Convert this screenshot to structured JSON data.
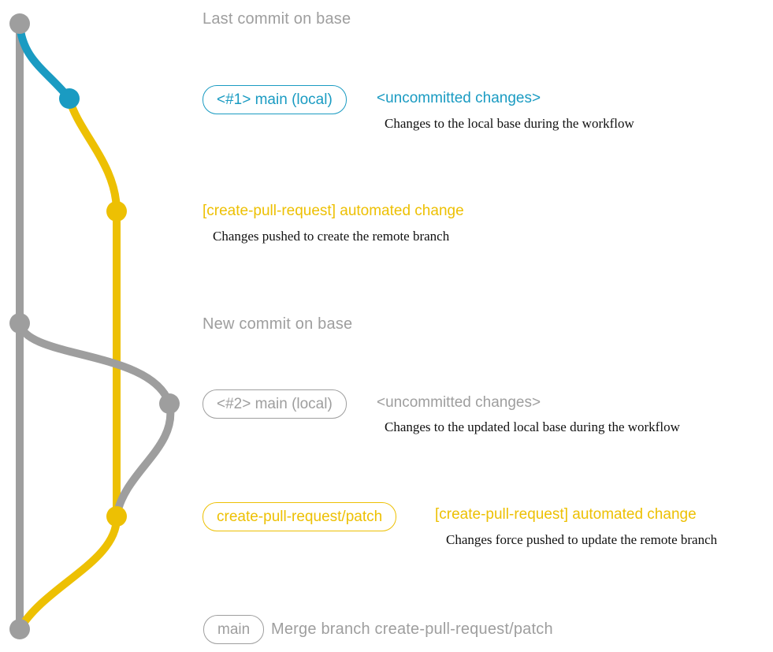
{
  "colors": {
    "gray": "#9e9e9e",
    "blue": "#1a9bc2",
    "yellow": "#edc003",
    "dark": "#111111"
  },
  "sections": {
    "last_commit_on_base": "Last commit on base",
    "branch1": {
      "box_label": "<#1> main (local)",
      "status": "<uncommitted changes>",
      "description": "Changes to the local base during the workflow"
    },
    "remote1": {
      "title": "[create-pull-request] automated change",
      "description": "Changes pushed to create the remote branch"
    },
    "new_commit_on_base": "New commit on base",
    "branch2": {
      "box_label": "<#2> main (local)",
      "status": "<uncommitted changes>",
      "description": "Changes to the updated local base during the workflow"
    },
    "remote2": {
      "box_label": "create-pull-request/patch",
      "title": "[create-pull-request] automated change",
      "description": "Changes force pushed to update the remote branch"
    },
    "merge": {
      "box_label": "main",
      "title": "Merge branch create-pull-request/patch"
    }
  }
}
